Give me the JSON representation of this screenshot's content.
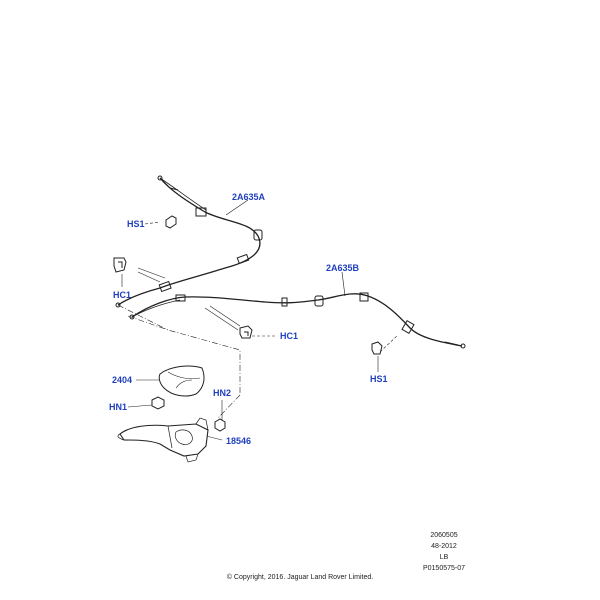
{
  "callouts": {
    "cable_front": "2A635A",
    "cable_rear": "2A635B",
    "hs1_top": "HS1",
    "hs1_right": "HS1",
    "hc1_left": "HC1",
    "hc1_right": "HC1",
    "boot": "2404",
    "hn1": "HN1",
    "hn2": "HN2",
    "lever": "18546"
  },
  "reference": {
    "line1": "2060505",
    "line2": "48-2012",
    "line3": "LB",
    "line4": "P0150575-07"
  },
  "copyright": "© Copyright, 2016. Jaguar Land Rover Limited.",
  "colors": {
    "callout": "#1f3fbf",
    "line": "#222222"
  }
}
